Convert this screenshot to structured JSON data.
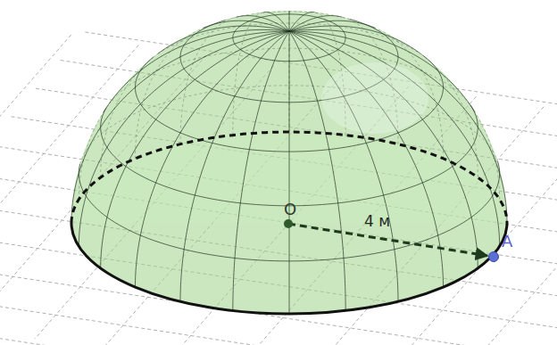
{
  "diagram": {
    "labels": [
      "O",
      "4 м",
      "A"
    ]
  }
}
